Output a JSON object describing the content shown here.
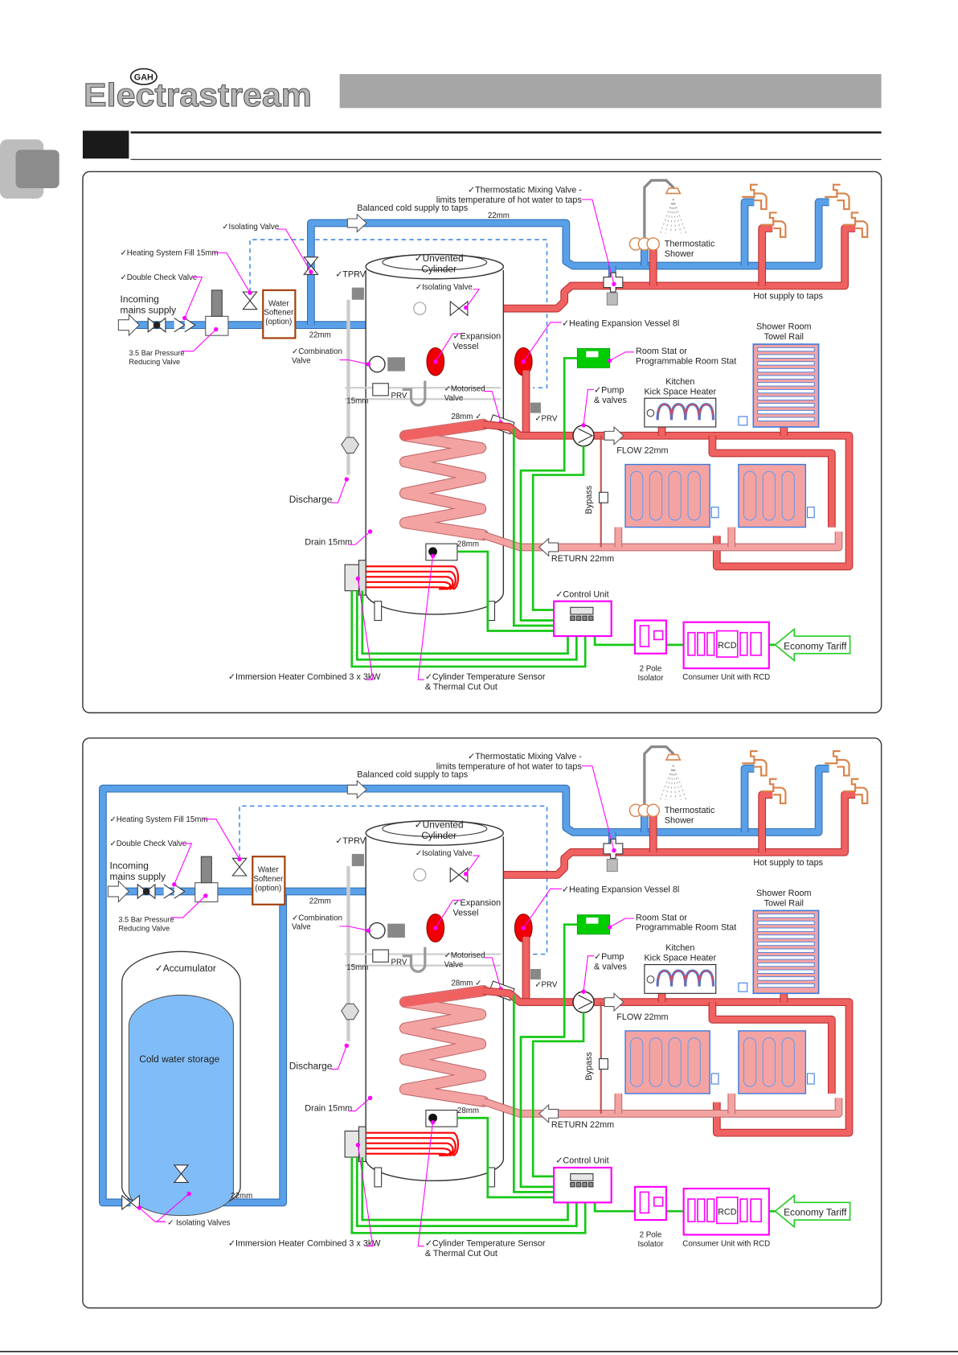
{
  "brand": {
    "logo_text": "Electrastream",
    "logo_badge": "GAH"
  },
  "colors": {
    "cold": "#5aa0e8",
    "hot": "#f06262",
    "return": "#f4a3a3",
    "wiring": "#16c816",
    "leader": "#ff00ff",
    "softener": "#a0400a",
    "tab_gray": "#a6a6a6"
  },
  "diagrams": [
    {
      "labels": {
        "mixing_valve": [
          "✓Thermostatic Mixing Valve -",
          "limits temperature of hot water to taps"
        ],
        "balanced_cold": "Balanced cold supply to taps",
        "pipe_22_top": "22mm",
        "isolating_valve_top": "✓Isolating Valve",
        "heating_fill": "✓Heating System Fill 15mm",
        "double_check": "✓Double Check Valve",
        "incoming": [
          "Incoming",
          "mains supply"
        ],
        "pressure_reducing": [
          "3.5 Bar Pressure",
          "Reducing Valve"
        ],
        "softener": [
          "Water",
          "Softener",
          "(option)"
        ],
        "pipe_22_mid": "22mm",
        "tprv": "✓TPRV",
        "cylinder": [
          "✓Unvented",
          "Cylinder"
        ],
        "isolating_valve_cyl": "✓Isolating Valve",
        "expansion": [
          "✓Expansion",
          "Vessel"
        ],
        "combination": [
          "✓Combination",
          "Valve"
        ],
        "motorised": [
          "✓Motorised",
          "Valve"
        ],
        "prv": "PRV",
        "pipe_15": "15mm",
        "prv2": "✓PRV",
        "heating_expansion": "✓Heating Expansion Vessel 8l",
        "room_stat": [
          "Room Stat or",
          "Programmable Room Stat"
        ],
        "pump": [
          "✓Pump",
          "& valves"
        ],
        "kitchen": [
          "Kitchen",
          "Kick Space Heater"
        ],
        "towel_rail": [
          "Shower Room",
          "Towel Rail"
        ],
        "shower": [
          "Thermostatic",
          "Shower"
        ],
        "hot_supply": "Hot supply to taps",
        "flow": "FLOW 22mm",
        "return": "RETURN 22mm",
        "bypass": "Bypass",
        "coil_top": "28mm ✓",
        "coil_bottom": "28mm",
        "discharge": "Discharge",
        "drain": "Drain 15mm",
        "control_unit": "✓Control Unit",
        "isolator": [
          "2 Pole",
          "Isolator"
        ],
        "consumer_unit": "Consumer Unit with RCD",
        "rcd": "RCD",
        "economy": "Economy Tariff",
        "immersion": "✓Immersion Heater Combined 3 x 3kW",
        "sensor": [
          "✓Cylinder Temperature Sensor",
          "& Thermal Cut Out"
        ]
      }
    },
    {
      "labels": {
        "mixing_valve": [
          "✓Thermostatic Mixing Valve -",
          "limits temperature of hot water to taps"
        ],
        "balanced_cold": "Balanced cold supply to taps",
        "heating_fill": "✓Heating System Fill 15mm",
        "double_check": "✓Double Check Valve",
        "incoming": [
          "Incoming",
          "mains supply"
        ],
        "pressure_reducing": [
          "3.5 Bar Pressure",
          "Reducing Valve"
        ],
        "softener": [
          "Water",
          "Softener",
          "(option)"
        ],
        "pipe_22_mid": "22mm",
        "tprv": "✓TPRV",
        "cylinder": [
          "✓Unvented",
          "Cylinder"
        ],
        "isolating_valve_cyl": "✓Isolating Valve",
        "expansion": [
          "✓Expansion",
          "Vessel"
        ],
        "combination": [
          "✓Combination",
          "Valve"
        ],
        "motorised": [
          "✓Motorised",
          "Valve"
        ],
        "prv": "PRV",
        "pipe_15": "15mm",
        "prv2": "✓PRV",
        "heating_expansion": "✓Heating Expansion Vessel 8l",
        "room_stat": [
          "Room Stat or",
          "Programmable Room Stat"
        ],
        "pump": [
          "✓Pump",
          "& valves"
        ],
        "kitchen": [
          "Kitchen",
          "Kick Space Heater"
        ],
        "towel_rail": [
          "Shower Room",
          "Towel Rail"
        ],
        "shower": [
          "Thermostatic",
          "Shower"
        ],
        "hot_supply": "Hot supply to taps",
        "flow": "FLOW 22mm",
        "return": "RETURN 22mm",
        "bypass": "Bypass",
        "coil_top": "28mm ✓",
        "coil_bottom": "28mm",
        "discharge": "Discharge",
        "drain": "Drain 15mm",
        "control_unit": "✓Control Unit",
        "isolator": [
          "2 Pole",
          "Isolator"
        ],
        "consumer_unit": "Consumer Unit with RCD",
        "rcd": "RCD",
        "economy": "Economy Tariff",
        "immersion": "✓Immersion Heater Combined 3 x 3kW",
        "sensor": [
          "✓Cylinder Temperature Sensor",
          "& Thermal Cut Out"
        ],
        "accumulator": "✓Accumulator",
        "cold_storage": "Cold water storage",
        "pipe_22_acc": "22mm",
        "isolating_valves": "✓ Isolating Valves"
      }
    }
  ]
}
